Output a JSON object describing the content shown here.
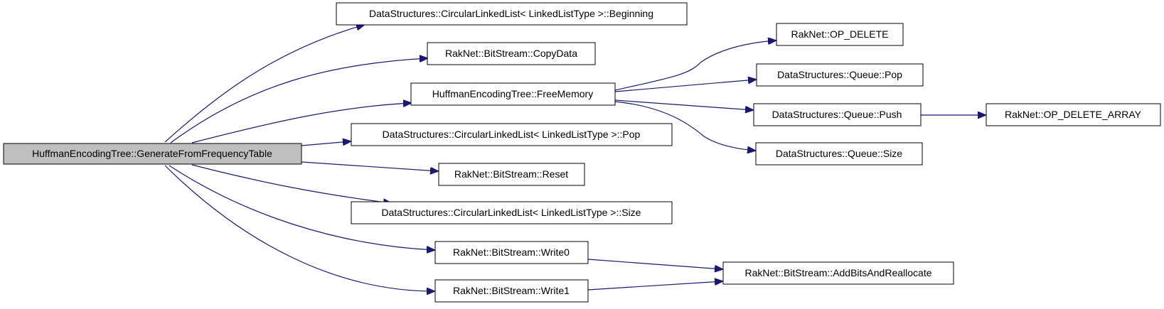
{
  "diagram": {
    "colors": {
      "edge": "#191970",
      "root_fill": "#bfbfbf",
      "node_fill": "#ffffff",
      "node_border": "#000000"
    },
    "nodes": {
      "root": "HuffmanEncodingTree::GenerateFromFrequencyTable",
      "cll_beginning": "DataStructures::CircularLinkedList< LinkedListType >::Beginning",
      "bs_copydata": "RakNet::BitStream::CopyData",
      "het_freememory": "HuffmanEncodingTree::FreeMemory",
      "cll_pop": "DataStructures::CircularLinkedList< LinkedListType >::Pop",
      "bs_reset": "RakNet::BitStream::Reset",
      "cll_size": "DataStructures::CircularLinkedList< LinkedListType >::Size",
      "bs_write0": "RakNet::BitStream::Write0",
      "bs_write1": "RakNet::BitStream::Write1",
      "op_delete": "RakNet::OP_DELETE",
      "q_pop": "DataStructures::Queue::Pop",
      "q_push": "DataStructures::Queue::Push",
      "q_size": "DataStructures::Queue::Size",
      "op_delete_array": "RakNet::OP_DELETE_ARRAY",
      "bs_addbits": "RakNet::BitStream::AddBitsAndReallocate"
    },
    "edges": [
      {
        "from": "root",
        "to": "cll_beginning"
      },
      {
        "from": "root",
        "to": "bs_copydata"
      },
      {
        "from": "root",
        "to": "het_freememory"
      },
      {
        "from": "root",
        "to": "cll_pop"
      },
      {
        "from": "root",
        "to": "bs_reset"
      },
      {
        "from": "root",
        "to": "cll_size"
      },
      {
        "from": "root",
        "to": "bs_write0"
      },
      {
        "from": "root",
        "to": "bs_write1"
      },
      {
        "from": "het_freememory",
        "to": "op_delete"
      },
      {
        "from": "het_freememory",
        "to": "q_pop"
      },
      {
        "from": "het_freememory",
        "to": "q_push"
      },
      {
        "from": "het_freememory",
        "to": "q_size"
      },
      {
        "from": "q_push",
        "to": "op_delete_array"
      },
      {
        "from": "bs_write0",
        "to": "bs_addbits"
      },
      {
        "from": "bs_write1",
        "to": "bs_addbits"
      }
    ]
  }
}
